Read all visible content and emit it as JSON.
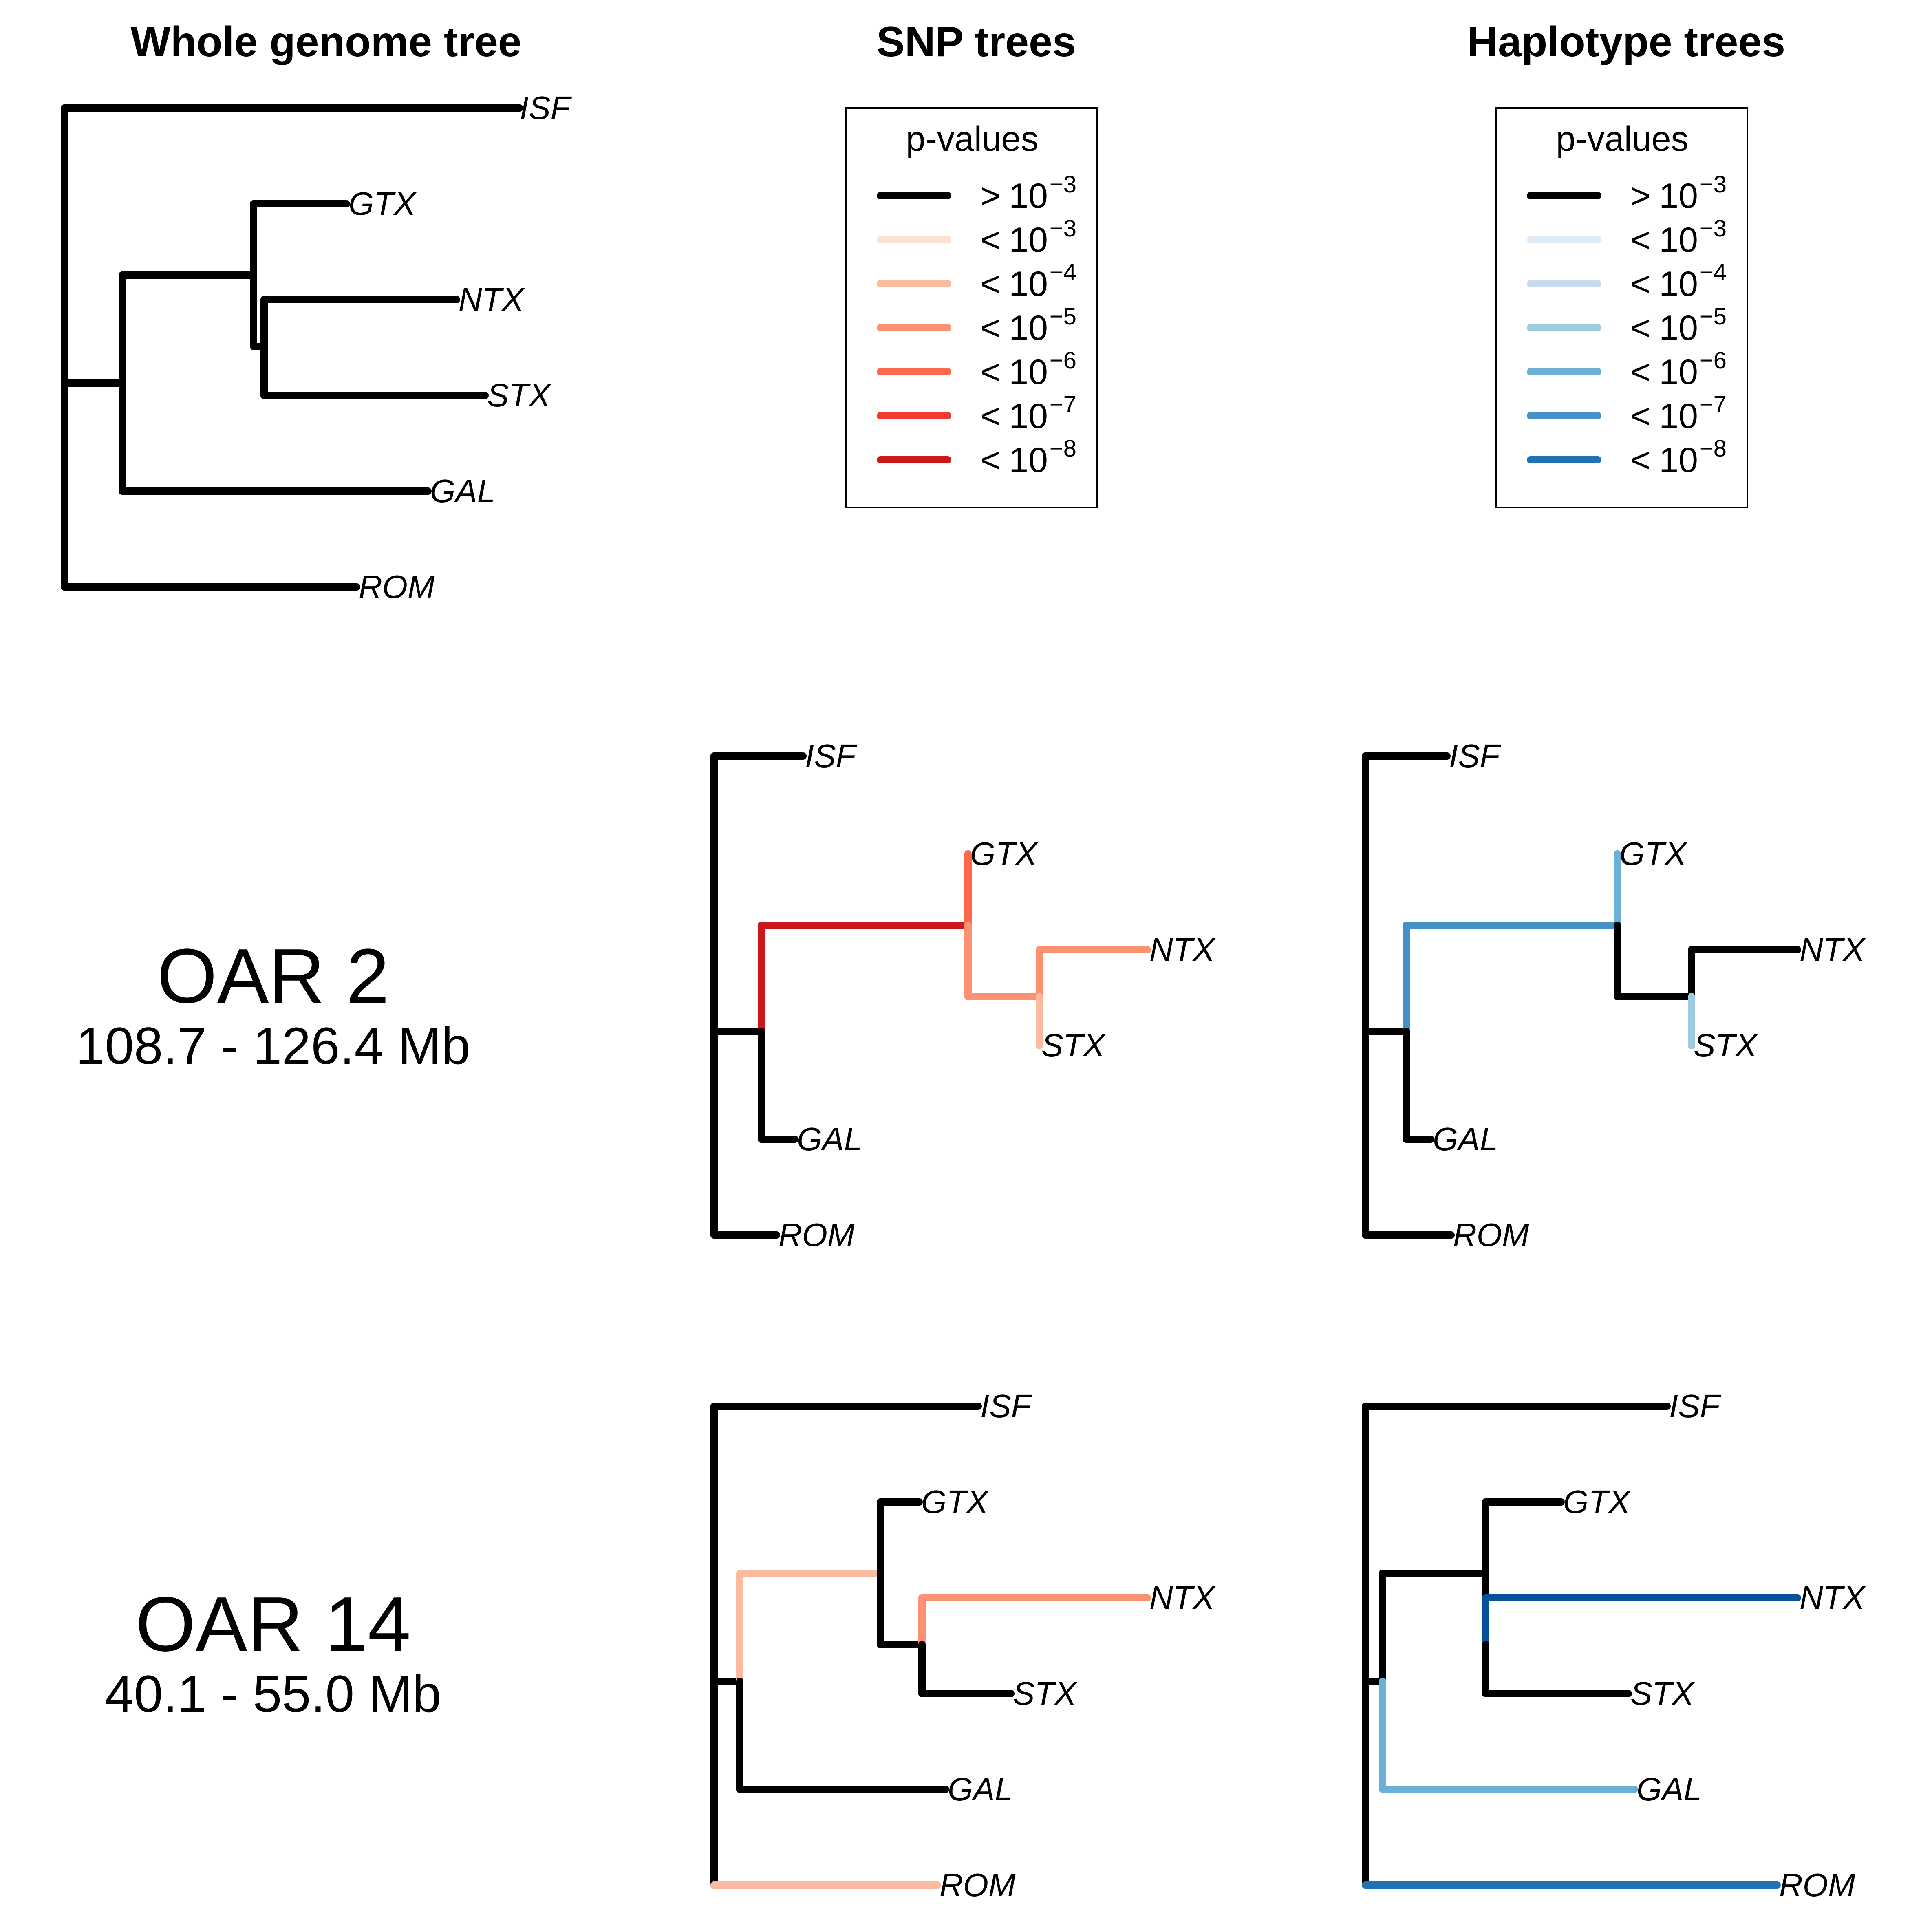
{
  "titles": {
    "whole": "Whole genome tree",
    "snp": "SNP trees",
    "hap": "Haplotype trees"
  },
  "legends": {
    "title": "p-values",
    "entries": [
      {
        "sym": ">",
        "base": "10",
        "exp": "−3"
      },
      {
        "sym": "<",
        "base": "10",
        "exp": "−3"
      },
      {
        "sym": "<",
        "base": "10",
        "exp": "−4"
      },
      {
        "sym": "<",
        "base": "10",
        "exp": "−5"
      },
      {
        "sym": "<",
        "base": "10",
        "exp": "−6"
      },
      {
        "sym": "<",
        "base": "10",
        "exp": "−7"
      },
      {
        "sym": "<",
        "base": "10",
        "exp": "−8"
      }
    ],
    "snp_colors": [
      "#000000",
      "#FEE0D2",
      "#FCBBA1",
      "#FC9272",
      "#FB6A4A",
      "#EF3B2C",
      "#CB181D"
    ],
    "hap_colors": [
      "#000000",
      "#DEEBF7",
      "#C6DBEF",
      "#9ECAE1",
      "#6BAED6",
      "#4292C6",
      "#2171B5"
    ]
  },
  "rows": {
    "oar2": {
      "name": "OAR 2",
      "range": "108.7 - 126.4 Mb"
    },
    "oar14": {
      "name": "OAR 14",
      "range": "40.1 - 55.0 Mb"
    }
  },
  "tips": [
    "ISF",
    "GTX",
    "NTX",
    "STX",
    "GAL",
    "ROM"
  ],
  "branch_colors": {
    "black": "#000000",
    "snp_darkred": "#CB181D",
    "snp_red": "#FB6A4A",
    "snp_salmon": "#FC9272",
    "snp_light": "#FCBBA1",
    "hap_mid": "#4292C6",
    "hap_light": "#6BAED6",
    "hap_pale": "#9ECAE1",
    "hap_darknavy": "#08519C",
    "hap_dark": "#2171B5"
  }
}
